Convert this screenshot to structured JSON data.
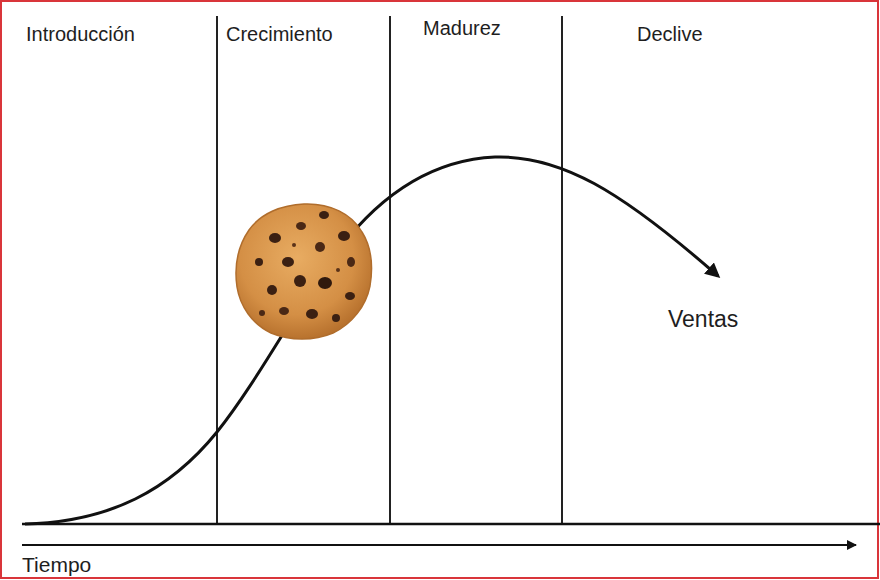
{
  "diagram": {
    "nodes": [
      {
        "text": [
          "Introducción"
        ]
      },
      {
        "text": [
          "Crecimiento"
        ]
      },
      {
        "text": [
          "Madurez"
        ]
      },
      {
        "text": [
          "Declive"
        ]
      }
    ],
    "labels": [
      "Ventas",
      "Tiempo"
    ]
  }
}
